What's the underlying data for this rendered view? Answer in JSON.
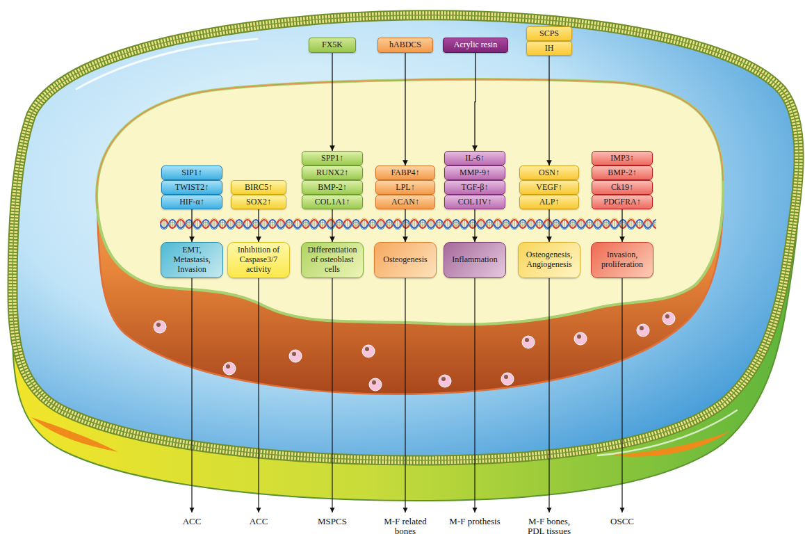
{
  "diagram": {
    "nodes": [
      {
        "text": [
          "FX5K"
        ]
      },
      {
        "text": [
          "hABDCS"
        ]
      },
      {
        "text": [
          "Acrylic resin"
        ]
      },
      {
        "text": [
          "SCPS"
        ]
      },
      {
        "text": [
          "IH"
        ]
      },
      {
        "text": [
          "SIP1↑"
        ]
      },
      {
        "text": [
          "TWIST2↑"
        ]
      },
      {
        "text": [
          "HIF-α↑"
        ]
      },
      {
        "text": [
          "BIRC5↑"
        ]
      },
      {
        "text": [
          "SOX2↑"
        ]
      },
      {
        "text": [
          "SPP1↑"
        ]
      },
      {
        "text": [
          "RUNX2↑"
        ]
      },
      {
        "text": [
          "BMP-2↑"
        ]
      },
      {
        "text": [
          "COL1A1↑"
        ]
      },
      {
        "text": [
          "FABP4↑"
        ]
      },
      {
        "text": [
          "LPL↑"
        ]
      },
      {
        "text": [
          "ACAN↑"
        ]
      },
      {
        "text": [
          "IL-6↑"
        ]
      },
      {
        "text": [
          "MMP-9↑"
        ]
      },
      {
        "text": [
          "TGF-β↑"
        ]
      },
      {
        "text": [
          "COL1IV↑"
        ]
      },
      {
        "text": [
          "OSN↑"
        ]
      },
      {
        "text": [
          "VEGF↑"
        ]
      },
      {
        "text": [
          "ALP↑"
        ]
      },
      {
        "text": [
          "IMP3↑"
        ]
      },
      {
        "text": [
          "BMP-2↑"
        ]
      },
      {
        "text": [
          "Ck19↑"
        ]
      },
      {
        "text": [
          "PDGFRA↑"
        ]
      },
      {
        "text": [
          "EMT, Metastasis, Invasion"
        ]
      },
      {
        "text": [
          "Inhibition of Caspase3/7 activity"
        ]
      },
      {
        "text": [
          "Differentiation of osteoblast cells"
        ]
      },
      {
        "text": [
          "Osteogenesis"
        ]
      },
      {
        "text": [
          "Inflammation"
        ]
      },
      {
        "text": [
          "Osteogenesis, Angiogenesis"
        ]
      },
      {
        "text": [
          "Invasion, proliferation"
        ]
      }
    ],
    "edges": [
      {
        "from": 0,
        "to": 10,
        "arrow": "to"
      },
      {
        "from": 1,
        "to": 14,
        "arrow": "to"
      },
      {
        "from": 2,
        "to": 17,
        "arrow": "to"
      },
      {
        "from": 4,
        "to": 21,
        "arrow": "to"
      },
      {
        "from": 7,
        "to": 28,
        "arrow": "to"
      },
      {
        "from": 9,
        "to": 29,
        "arrow": "to"
      },
      {
        "from": 13,
        "to": 30,
        "arrow": "to"
      },
      {
        "from": 16,
        "to": 31,
        "arrow": "to"
      },
      {
        "from": 20,
        "to": 32,
        "arrow": "to"
      },
      {
        "from": 23,
        "to": 33,
        "arrow": "to"
      },
      {
        "from": 27,
        "to": 34,
        "arrow": "to"
      }
    ],
    "labels": [
      "ACC",
      "ACC",
      "MSPCS",
      "M-F related bones",
      "M-F prothesis",
      "M-F bones, PDL tissues",
      "OSCC"
    ]
  }
}
